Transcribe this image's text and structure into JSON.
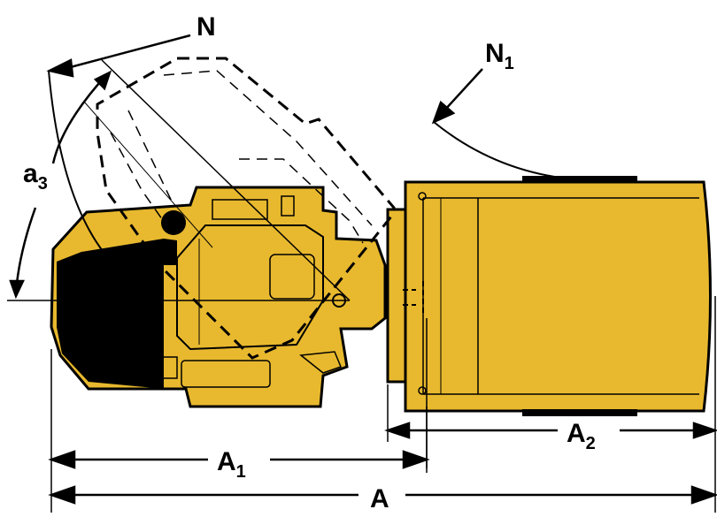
{
  "colors": {
    "body_yellow": "#e8b92e",
    "outline": "#000000",
    "background": "#ffffff"
  },
  "labels": {
    "n": {
      "base": "N"
    },
    "n1": {
      "base": "N",
      "sub": "1"
    },
    "a3": {
      "base": "a",
      "sub": "3"
    },
    "a1": {
      "base": "A",
      "sub": "1"
    },
    "a2": {
      "base": "A",
      "sub": "2"
    },
    "a": {
      "base": "A"
    }
  }
}
